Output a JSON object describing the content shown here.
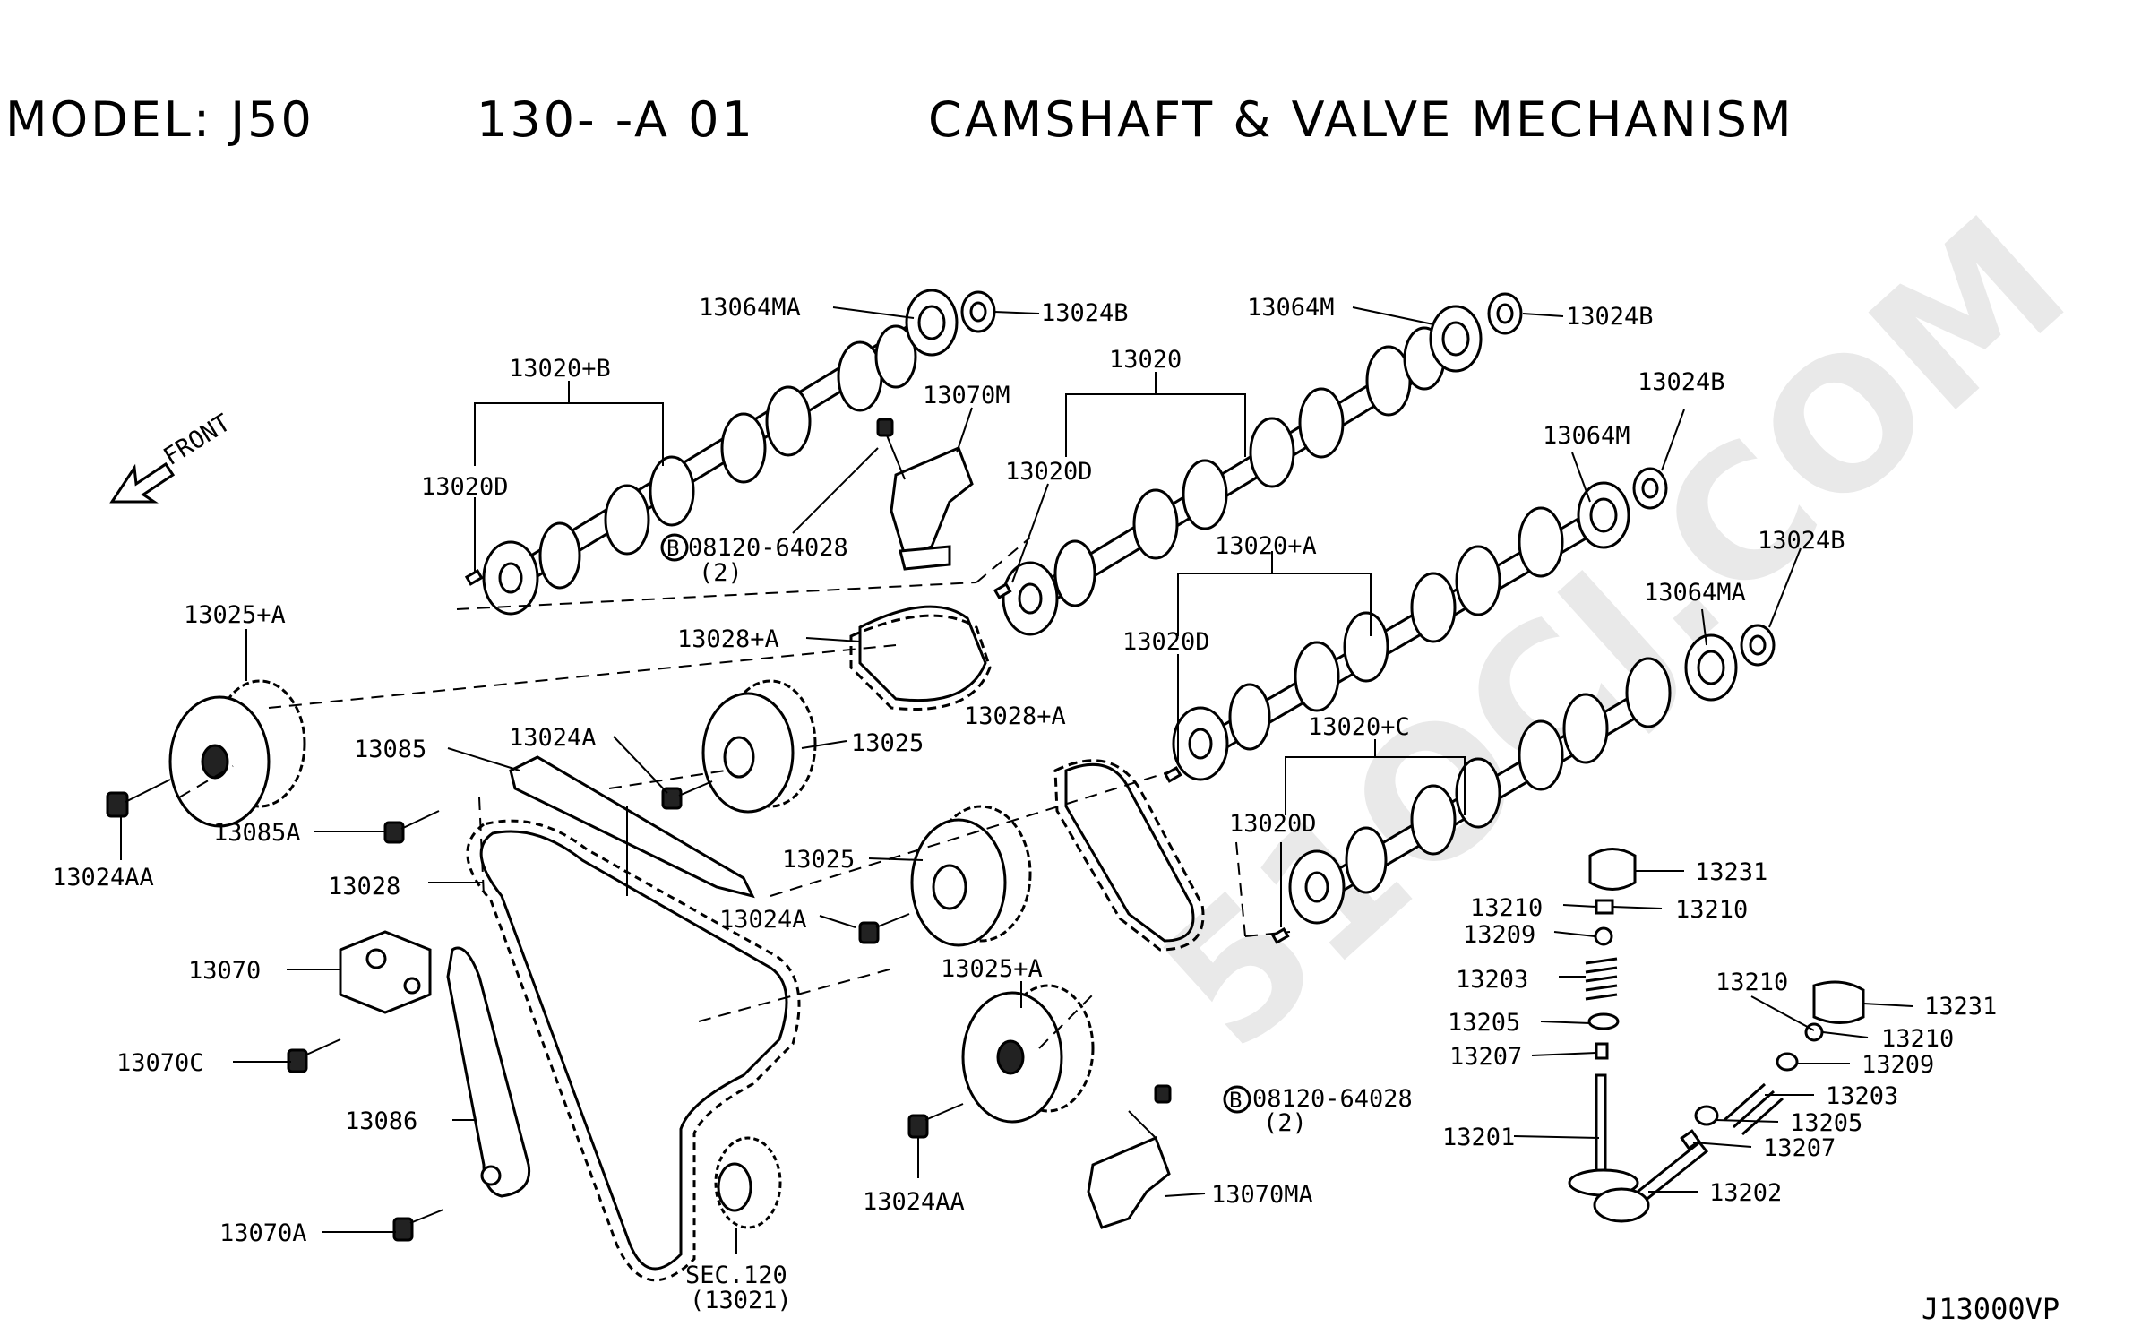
{
  "header": {
    "model": "MODEL: J50",
    "code": "130-   -A 01",
    "title": "CAMSHAFT & VALVE MECHANISM"
  },
  "front_label": "FRONT",
  "watermark": "51OCJ.COM",
  "figure_code": "J13000VP",
  "labels": {
    "l13064MA_top": "13064MA",
    "l13024B_1": "13024B",
    "l13064M_top": "13064M",
    "l13024B_2": "13024B",
    "l13020B": "13020+B",
    "l13020": "13020",
    "l13070M": "13070M",
    "l13024B_3": "13024B",
    "l13020D_1": "13020D",
    "l13020D_2": "13020D",
    "l13064M_mid": "13064M",
    "l08120_1": "08120-64028",
    "l08120_1q": "(2)",
    "l13024B_4": "13024B",
    "l13020A": "13020+A",
    "l13025A_1": "13025+A",
    "l13028A_1": "13028+A",
    "l13064MA_mid": "13064MA",
    "l13020D_3": "13020D",
    "l13028A_2": "13028+A",
    "l13020C": "13020+C",
    "l13085": "13085",
    "l13024A_1": "13024A",
    "l13025_1": "13025",
    "l13085A": "13085A",
    "l13020D_4": "13020D",
    "l13024AA_1": "13024AA",
    "l13025_2": "13025",
    "l13028": "13028",
    "l13231_1": "13231",
    "l13024A_2": "13024A",
    "l13210_1": "13210",
    "l13210_2": "13210",
    "l13209_1": "13209",
    "l13070": "13070",
    "l13025A_2": "13025+A",
    "l13203_1": "13203",
    "l13210_3": "13210",
    "l13231_2": "13231",
    "l13205_1": "13205",
    "l13210_4": "13210",
    "l13070C": "13070C",
    "l13207_1": "13207",
    "l13209_2": "13209",
    "l08120_2": "08120-64028",
    "l08120_2q": "(2)",
    "l13203_2": "13203",
    "l13086": "13086",
    "l13205_2": "13205",
    "l13201": "13201",
    "l13207_2": "13207",
    "l13070MA": "13070MA",
    "l13024AA_2": "13024AA",
    "l13202": "13202",
    "l13070A": "13070A",
    "lSEC": "SEC.120",
    "lSECq": "(13021)"
  }
}
